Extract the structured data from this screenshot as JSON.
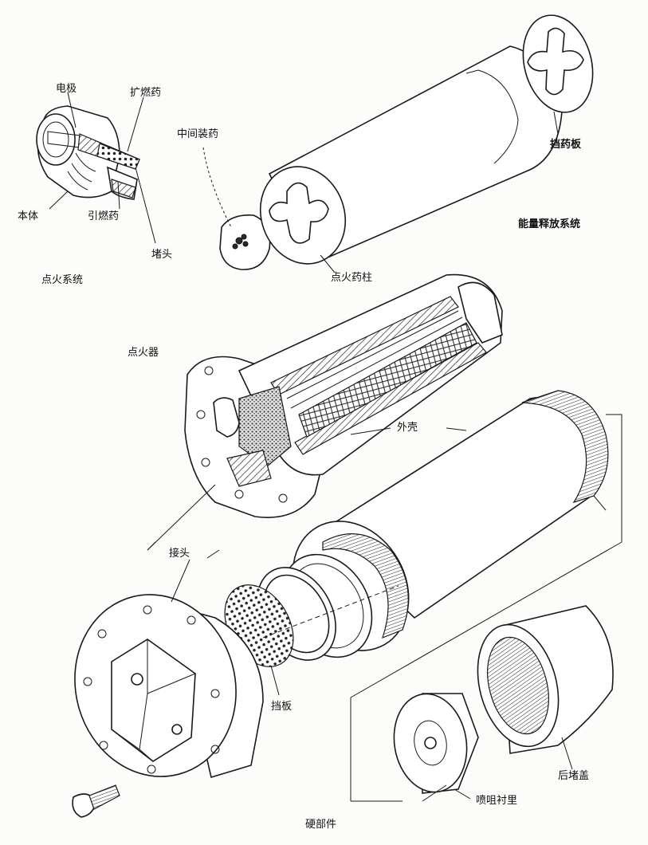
{
  "labels": {
    "electrode": "电极",
    "expand_charge": "扩燃药",
    "middle_charge": "中间装药",
    "retainer_plate": "挡药板",
    "body": "本体",
    "ignition_charge": "引燃药",
    "plug": "堵头",
    "energy_release_system": "能量释放系统",
    "ignition_system": "点火系统",
    "igniter_grain": "点火药柱",
    "igniter": "点火器",
    "shell": "外壳",
    "joint": "接头",
    "baffle": "挡板",
    "rear_cap": "后堵盖",
    "nozzle_liner": "喷咀衬里",
    "hardware": "硬部件"
  }
}
